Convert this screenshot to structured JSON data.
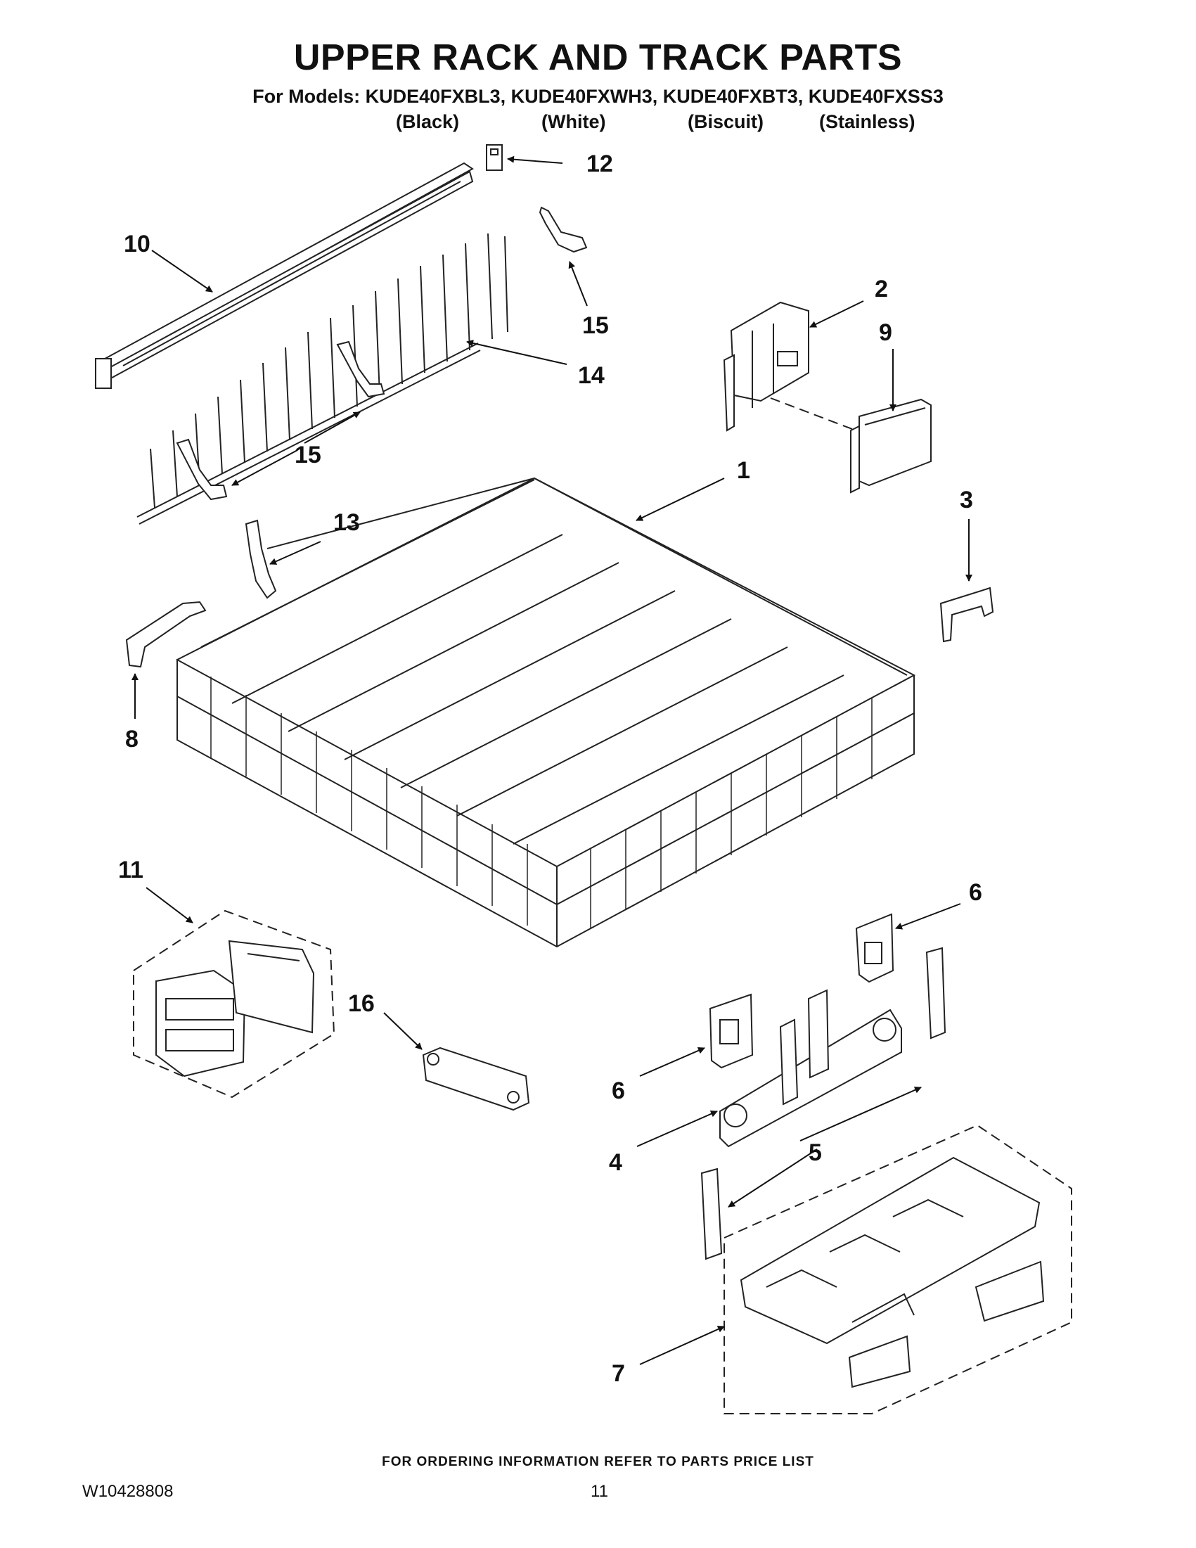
{
  "header": {
    "title": "UPPER RACK AND TRACK PARTS",
    "models_line": "For Models: KUDE40FXBL3, KUDE40FXWH3, KUDE40FXBT3, KUDE40FXSS3",
    "variants": [
      "(Black)",
      "(White)",
      "(Biscuit)",
      "(Stainless)"
    ]
  },
  "callouts": {
    "c1": "1",
    "c2": "2",
    "c3": "3",
    "c4": "4",
    "c5": "5",
    "c6a": "6",
    "c6b": "6",
    "c7": "7",
    "c8": "8",
    "c9": "9",
    "c10": "10",
    "c11": "11",
    "c12": "12",
    "c13": "13",
    "c14": "14",
    "c15a": "15",
    "c15b": "15",
    "c16": "16"
  },
  "footer": {
    "note": "FOR ORDERING INFORMATION REFER TO PARTS PRICE LIST",
    "doc_number": "W10428808",
    "page_number": "11"
  }
}
